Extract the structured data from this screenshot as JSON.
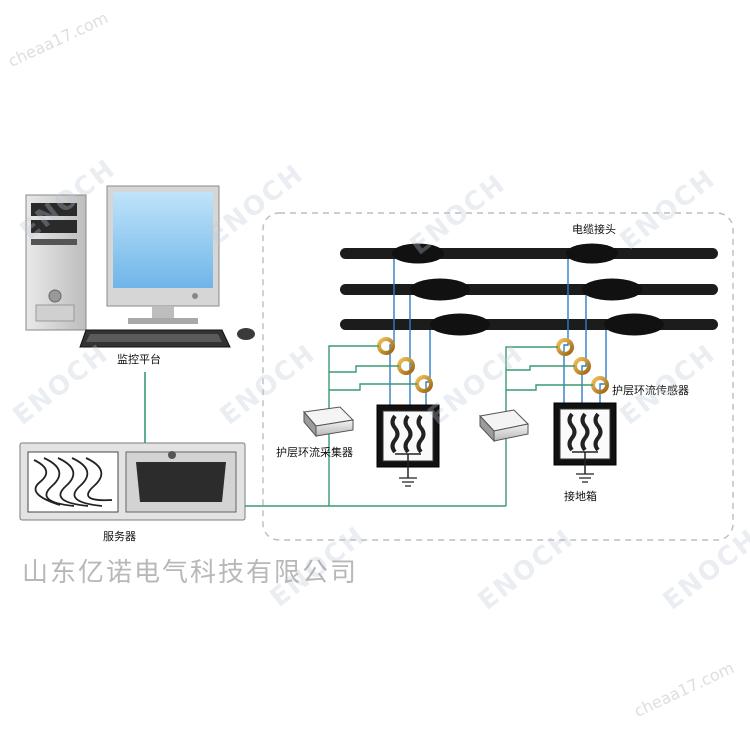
{
  "labels": {
    "monitor_platform": "监控平台",
    "server": "服务器",
    "cable_joint": "电缆接头",
    "sheath_current_sensor": "护层环流传感器",
    "sheath_current_collector": "护层环流采集器",
    "grounding_box": "接地箱"
  },
  "company_name": "山东亿诺电气科技有限公司",
  "watermark": {
    "brand": "ENOCH",
    "site": "cheaa17.com"
  },
  "colors": {
    "cable": "#1c1c1c",
    "signal_line": "#3a9a70",
    "sensor_wire": "#2f7fc4",
    "sensor_ring": "#c98a1e",
    "boundary": "#bdbdbd"
  }
}
